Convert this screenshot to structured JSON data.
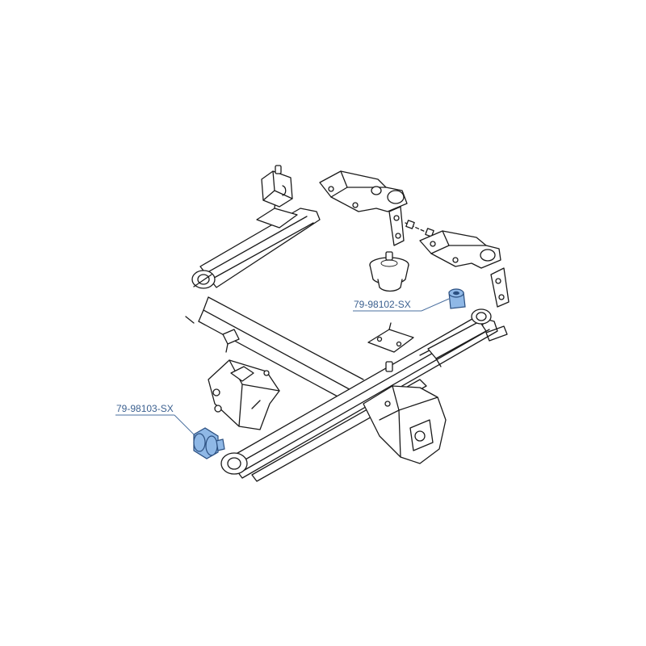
{
  "parts": [
    {
      "id": "rear-eye-bushing",
      "label": "79-98102-SX"
    },
    {
      "id": "front-eye-bushing",
      "label": "79-98103-SX"
    }
  ],
  "colors": {
    "label_text": "#3a5f8f",
    "leader_line": "#4a6f9f",
    "highlight_fill": "#8fb8e6",
    "highlight_stroke": "#2b4f80",
    "line_art": "#1a1a1a"
  }
}
